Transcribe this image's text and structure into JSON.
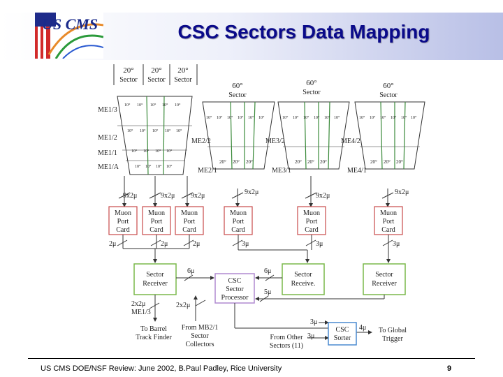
{
  "title": "CSC Sectors Data Mapping",
  "footer": {
    "text": "US CMS DOE/NSF Review: June 2002, B.Paul Padley, Rice University",
    "page": "9"
  },
  "logo": {
    "text": "US CMS"
  },
  "sectors": {
    "s20a": {
      "l1": "20°",
      "l2": "Sector"
    },
    "s20b": {
      "l1": "20°",
      "l2": "Sector"
    },
    "s20c": {
      "l1": "20°",
      "l2": "Sector"
    },
    "s60a": {
      "l1": "60°",
      "l2": "Sector"
    },
    "s60b": {
      "l1": "60°",
      "l2": "Sector"
    },
    "s60c": {
      "l1": "60°",
      "l2": "Sector"
    }
  },
  "stations": {
    "me13": "ME1/3",
    "me12": "ME1/2",
    "me11": "ME1/1",
    "me1a": "ME1/A",
    "me22": "ME2/2",
    "me21": "ME2/1",
    "me32": "ME3/2",
    "me31": "ME3/1",
    "me42": "ME4/2",
    "me41": "ME4/1"
  },
  "chamber_label_10": "10°",
  "chamber_label_20": "20°",
  "mpc": {
    "l1": "Muon",
    "l2": "Port",
    "l3": "Card"
  },
  "sector_receiver": {
    "l1": "Sector",
    "l2": "Receiver"
  },
  "sector_receiver_mid": {
    "l1": "Sector",
    "l2": "Receive."
  },
  "csc_sp": {
    "l1": "CSC",
    "l2": "Sector",
    "l3": "Processor"
  },
  "csc_sorter": {
    "l1": "CSC",
    "l2": "Sorter"
  },
  "signals": {
    "x9": "9x2μ",
    "u2": "2μ",
    "u3": "3μ",
    "u6": "6μ",
    "u5": "5μ",
    "u4": "4μ",
    "x2x2": "2x2μ",
    "x2x2b": "2x2μ"
  },
  "bottom": {
    "barrel_l1": "To Barrel",
    "barrel_l2": "Track Finder",
    "from_mb_l1": "From MB2/1",
    "from_mb_l2": "Sector",
    "from_mb_l3": "Collectors",
    "other_l1": "From Other",
    "other_l2": "Sectors (11)",
    "global_l1": "To Global",
    "global_l2": "Trigger",
    "me13_note": "ME1/3"
  }
}
